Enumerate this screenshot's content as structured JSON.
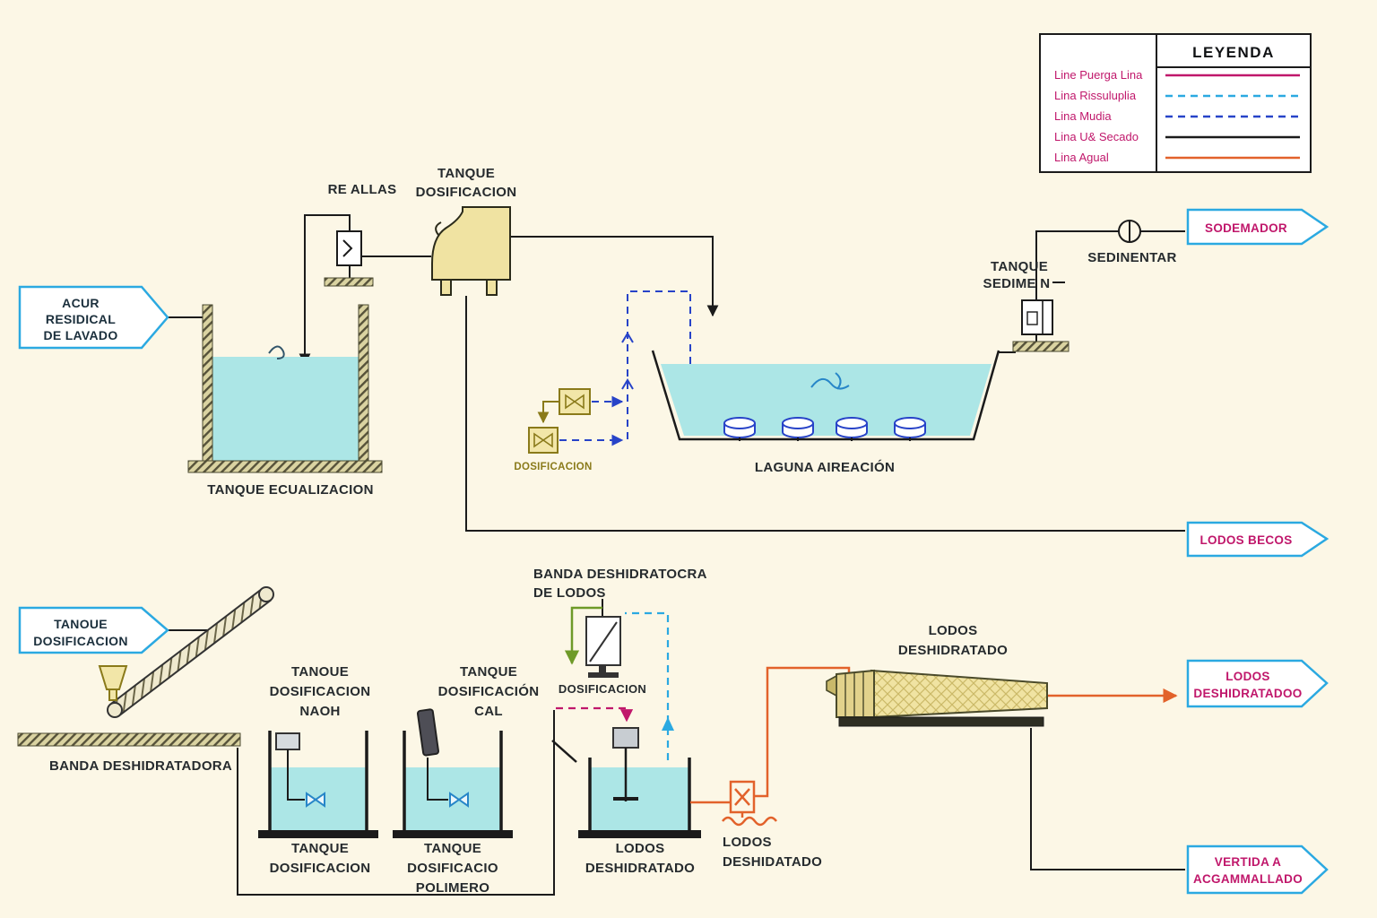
{
  "colors": {
    "background": "#FCF7E6",
    "flag_border": "#2BA9E1",
    "water": "#ACE6E6",
    "magenta": "#C0176B",
    "blue_dashed": "#2743C8",
    "cyan_dashed": "#2BA9E1",
    "orange": "#E2622B",
    "olive": "#8A7A1A",
    "green": "#6E9A28",
    "line_black": "#1B1B1B",
    "tank_fill": "#F0E3A2"
  },
  "legend": {
    "title": "LEYENDA",
    "items": [
      {
        "label": "Line Puerga Lina",
        "color": "#C0176B",
        "dash": "none"
      },
      {
        "label": "Lina Rissuluplia",
        "color": "#2BA9E1",
        "dash": "8 6"
      },
      {
        "label": "Lina Mudia",
        "color": "#2743C8",
        "dash": "8 6"
      },
      {
        "label": "Lina U& Secado",
        "color": "#1B1B1B",
        "dash": "none"
      },
      {
        "label": "Lina Agual",
        "color": "#E2622B",
        "dash": "none"
      }
    ]
  },
  "flags": {
    "acur_line1": "ACUR",
    "acur_line2": "RESIDICAL",
    "acur_line3": "DE LAVADO",
    "tanoue_line1": "TANOUE",
    "tanoue_line2": "DOSIFICACION",
    "sodemador": "SODEMADOR",
    "lodos_becos": "LODOS BECOS",
    "lodos_desh_line1": "LODOS",
    "lodos_desh_line2": "DESHIDRATADOO",
    "vertida_line1": "VERTIDA A",
    "vertida_line2": "ACGAMMALLADO"
  },
  "labels": {
    "re_allas": "RE ALLAS",
    "tanque_dosif_line1": "TANQUE",
    "tanque_dosif_line2": "DOSIFICACION",
    "tanque_ecualizacion": "TANQUE ECUALIZACION",
    "dosificacion_valves": "DOSIFICACION",
    "laguna": "LAGUNA AIREACIÓN",
    "tanque_sedime_line1": "TANQUE",
    "tanque_sedime_line2": "SEDIME N",
    "sedinentar": "SEDINENTAR",
    "banda_lodos_line1": "BANDA DESHIDRATOCRA",
    "banda_lodos_line2": "DE LODOS",
    "dosificacion_feeder": "DOSIFICACION",
    "banda_deshidratadora": "BANDA DESHIDRATADORA",
    "naoh_line1": "TANOUE",
    "naoh_line2": "DOSIFICACION",
    "naoh_line3": "NAOH",
    "cal_line1": "TANQUE",
    "cal_line2": "DOSIFICACIÓN",
    "cal_line3": "CAL",
    "tankA_caption_line1": "TANQUE",
    "tankA_caption_line2": "DOSIFICACION",
    "tankB_caption_line1": "TANQUE",
    "tankB_caption_line2": "DOSIFICACIO",
    "tankB_caption_line3": "POLIMERO",
    "tankC_caption_line1": "LODOS",
    "tankC_caption_line2": "DESHIDRATADO",
    "pump_lodos_line1": "LODOS",
    "pump_lodos_line2": "DESHIDATADO",
    "press_line1": "LODOS",
    "press_line2": "DESHIDRATADO"
  }
}
